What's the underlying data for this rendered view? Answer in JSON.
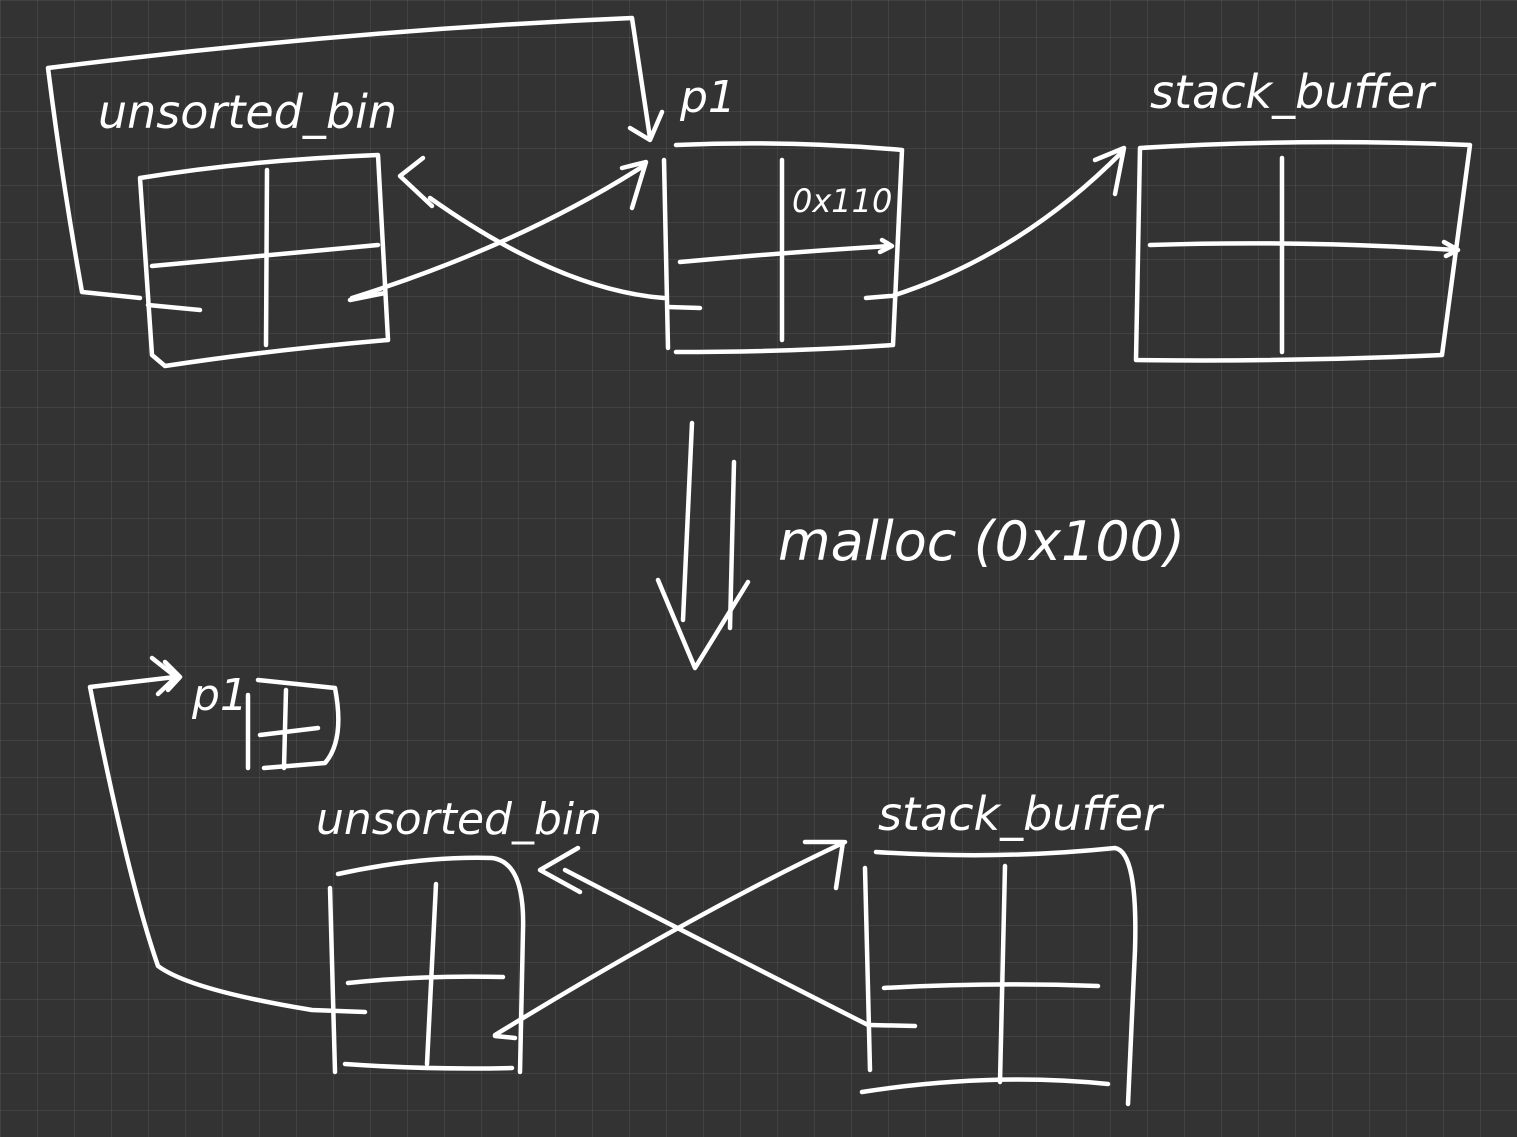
{
  "top": {
    "unsorted_bin_label": "unsorted_bin",
    "p1_label": "p1",
    "p1_size_label": "0x110",
    "stack_buffer_label": "stack_buffer"
  },
  "transition": {
    "label": "malloc (0x100)"
  },
  "bottom": {
    "p1_label": "p1",
    "unsorted_bin_label": "unsorted_bin",
    "stack_buffer_label": "stack_buffer"
  },
  "colors": {
    "background": "#333333",
    "ink": "#ffffff",
    "grid": "rgba(255,255,255,0.07)"
  }
}
